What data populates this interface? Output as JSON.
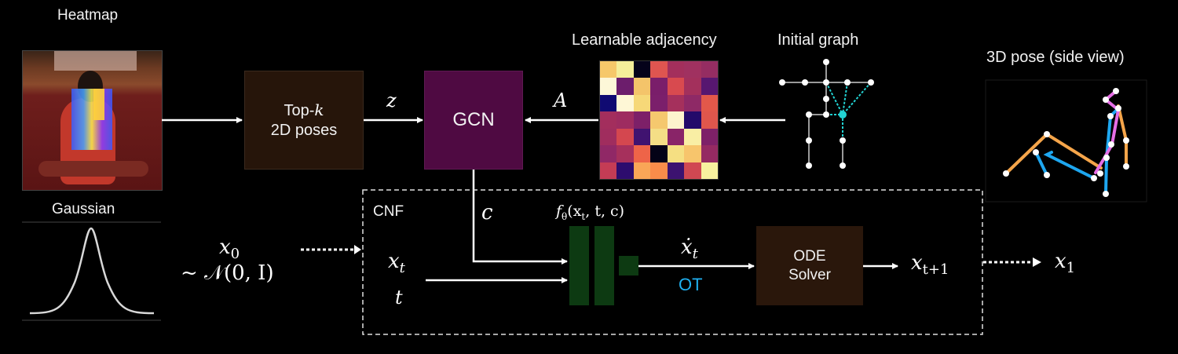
{
  "title_labels": {
    "heatmap": "Heatmap",
    "gaussian": "Gaussian",
    "adjacency": "Learnable adjacency",
    "initial_graph": "Initial graph",
    "pose3d": "3D pose (side view)",
    "cnf": "CNF"
  },
  "blocks": {
    "topk": {
      "line1_prefix": "Top-",
      "line1_var": "k",
      "line2": "2D poses",
      "color": "#26150a"
    },
    "gcn": {
      "label": "GCN",
      "color": "#4f0a42"
    },
    "ode": {
      "line1": "ODE",
      "line2": "Solver",
      "color": "#2a170b"
    },
    "network_color": "#0d3a12"
  },
  "math_labels": {
    "z": "z",
    "A": "A",
    "c": "c",
    "f_theta": "fθ(xt, t, c)",
    "f": "f",
    "theta": "θ",
    "f_args_open": "(x",
    "f_args_sub": "t",
    "f_args_close": ", t, c)",
    "x0": "x",
    "x0_sub": "0",
    "prior": "~ 𝒩(0, I)",
    "xt": "x",
    "xt_sub": "t",
    "t": "t",
    "xdot": "ẋ",
    "xdot_sub": "t",
    "ot": "OT",
    "xt1": "x",
    "xt1_sub": "t+1",
    "x1": "x",
    "x1_sub": "1"
  },
  "colors": {
    "ot_text": "#1fb0f0",
    "graph_highlight": "#22d3d3",
    "pose_orange": "#f5a54a",
    "pose_blue": "#1ea7f0",
    "pose_pink": "#e66ee6"
  },
  "adjacency_matrix": [
    [
      "#f6c86a",
      "#f5ee9a",
      "#05021a",
      "#df5550",
      "#a32f5c",
      "#a03160",
      "#952d62"
    ],
    [
      "#fdf7d8",
      "#6c1d6c",
      "#f4c46a",
      "#7a1e6a",
      "#d84a4f",
      "#a3305c",
      "#571770"
    ],
    [
      "#100a72",
      "#fef7d6",
      "#f6d878",
      "#7b1f6b",
      "#a5305c",
      "#8e2966",
      "#e2584a"
    ],
    [
      "#a32e5d",
      "#9e2c60",
      "#7d2068",
      "#f5c86e",
      "#fdf4cd",
      "#230a6a",
      "#df564c"
    ],
    [
      "#a02d5e",
      "#d4474f",
      "#401370",
      "#f4de86",
      "#892468",
      "#f9eea4",
      "#7e2168"
    ],
    [
      "#902866",
      "#a6305c",
      "#ee6448",
      "#040317",
      "#f5df82",
      "#f7c56c",
      "#952a62"
    ],
    [
      "#c43c55",
      "#2d0c6e",
      "#f9a657",
      "#f98c4a",
      "#3c1270",
      "#d04852",
      "#f7f09e"
    ]
  ]
}
